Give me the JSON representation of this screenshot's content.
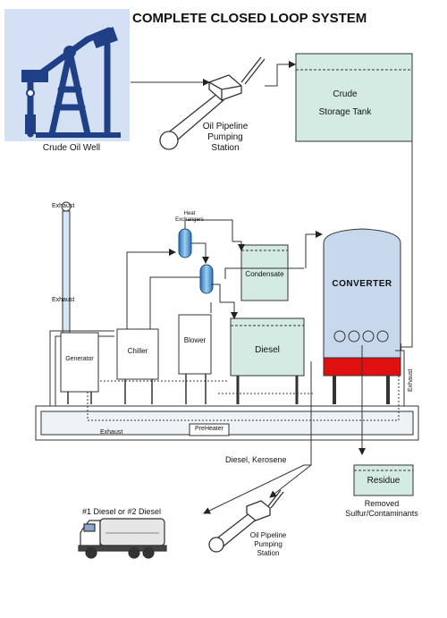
{
  "title": "COMPLETE CLOSED LOOP SYSTEM",
  "colors": {
    "tank_fill": "#d4ebe3",
    "converter_fill": "#c8d8ec",
    "converter_heater": "#e01010",
    "well_icon": "#1f3f86",
    "well_bg": "#d4e0f3",
    "pipe_line": "#333333"
  },
  "labels": {
    "crude_oil_well": "Crude Oil Well",
    "pumping_station_top": [
      "Oil Pipeline",
      "Pumping",
      "Station"
    ],
    "crude_tank": [
      "Crude",
      "Storage Tank"
    ],
    "heat_exchangers": [
      "Heat",
      "Exchangers"
    ],
    "condensate": "Condensate",
    "converter": "CONVERTER",
    "exhaust_top": "Exhaust",
    "exhaust_mid": "Exhaust",
    "exhaust_right": "Exhaust",
    "exhaust_bottom": "Exhaust",
    "generator": "Generator",
    "chiller": "Chiller",
    "blower": "Blower",
    "diesel": "Diesel",
    "preheater": "PreHeater",
    "diesel_kerosene": "Diesel, Kerosene",
    "diesel_grades": "#1 Diesel or #2 Diesel",
    "pumping_station_bottom": [
      "Oil Pipeline",
      "Pumping",
      "Station"
    ],
    "residue": "Residue",
    "removed": [
      "Removed",
      "Sulfur/Contaminants"
    ]
  },
  "icons": [
    "oil-pump-jack-icon",
    "pipeline-pump-icon",
    "tanker-truck-icon"
  ]
}
